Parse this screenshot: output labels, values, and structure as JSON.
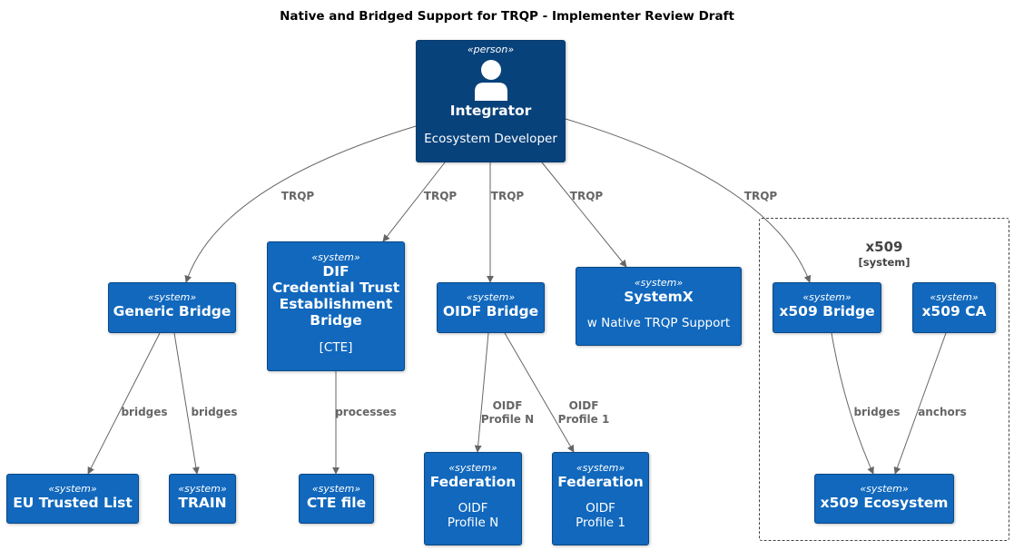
{
  "title": "Native and Bridged Support for TRQP - Implementer Review Draft",
  "colors": {
    "person": "#08427b",
    "system": "#1168bd",
    "edge": "#666666",
    "boundary": "#444444"
  },
  "boundary": {
    "name": "x509",
    "type": "[system]"
  },
  "nodes": {
    "integrator": {
      "stereotype": "«person»",
      "name": "Integrator",
      "description": "Ecosystem Developer",
      "icon": "person-icon"
    },
    "generic_bridge": {
      "stereotype": "«system»",
      "name": "Generic Bridge"
    },
    "dif_bridge": {
      "stereotype": "«system»",
      "name": "DIF\nCredential Trust\nEstablishment\nBridge",
      "description": "[CTE]"
    },
    "oidf_bridge": {
      "stereotype": "«system»",
      "name": "OIDF Bridge"
    },
    "systemx": {
      "stereotype": "«system»",
      "name": "SystemX",
      "description": "w Native TRQP Support"
    },
    "x509_bridge": {
      "stereotype": "«system»",
      "name": "x509 Bridge"
    },
    "x509_ca": {
      "stereotype": "«system»",
      "name": "x509 CA"
    },
    "eu_trusted_list": {
      "stereotype": "«system»",
      "name": "EU Trusted List"
    },
    "train": {
      "stereotype": "«system»",
      "name": "TRAIN"
    },
    "cte_file": {
      "stereotype": "«system»",
      "name": "CTE file"
    },
    "federation_n": {
      "stereotype": "«system»",
      "name": "Federation",
      "description": "OIDF\nProfile N"
    },
    "federation_1": {
      "stereotype": "«system»",
      "name": "Federation",
      "description": "OIDF\nProfile 1"
    },
    "x509_ecosystem": {
      "stereotype": "«system»",
      "name": "x509 Ecosystem"
    }
  },
  "edges": [
    {
      "from": "integrator",
      "to": "generic_bridge",
      "label": "TRQP"
    },
    {
      "from": "integrator",
      "to": "dif_bridge",
      "label": "TRQP"
    },
    {
      "from": "integrator",
      "to": "oidf_bridge",
      "label": "TRQP"
    },
    {
      "from": "integrator",
      "to": "systemx",
      "label": "TRQP"
    },
    {
      "from": "integrator",
      "to": "x509_bridge",
      "label": "TRQP"
    },
    {
      "from": "generic_bridge",
      "to": "eu_trusted_list",
      "label": "bridges"
    },
    {
      "from": "generic_bridge",
      "to": "train",
      "label": "bridges"
    },
    {
      "from": "dif_bridge",
      "to": "cte_file",
      "label": "processes"
    },
    {
      "from": "oidf_bridge",
      "to": "federation_n",
      "label": "OIDF\nProfile N"
    },
    {
      "from": "oidf_bridge",
      "to": "federation_1",
      "label": "OIDF\nProfile 1"
    },
    {
      "from": "x509_bridge",
      "to": "x509_ecosystem",
      "label": "bridges"
    },
    {
      "from": "x509_ca",
      "to": "x509_ecosystem",
      "label": "anchors"
    }
  ]
}
